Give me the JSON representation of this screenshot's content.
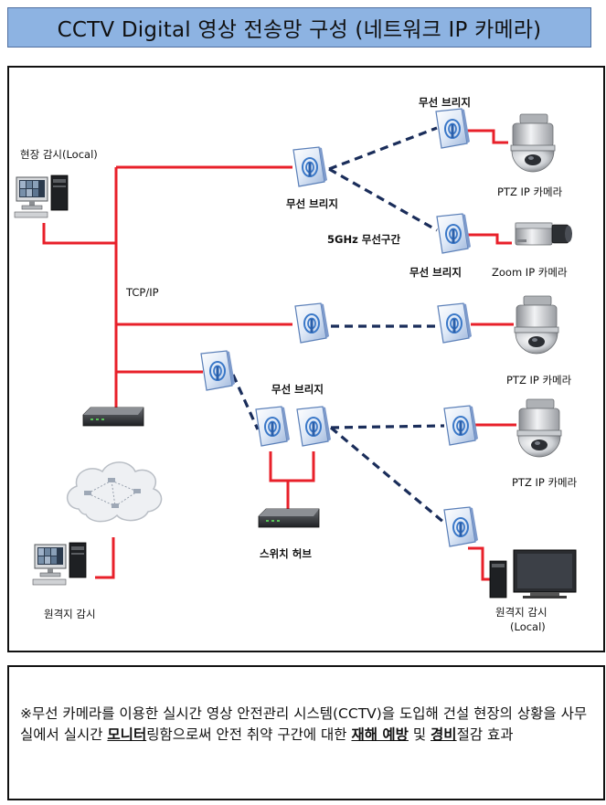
{
  "title": "CCTV Digital 영상 전송망 구성 (네트워크 IP 카메라)",
  "labels": {
    "site_monitor": "현장 감시(Local)",
    "tcpip": "TCP/IP",
    "bridge_top_right": "무선 브리지",
    "bridge_top_center": "무선 브리지",
    "bridge_zoom": "무선 브리지",
    "wireless_5ghz": "5GHz 무선구간",
    "bridge_mid": "무선 브리지",
    "ptz_cam_1": "PTZ IP 카메라",
    "zoom_cam": "Zoom IP 카메라",
    "ptz_cam_2": "PTZ IP 카메라",
    "ptz_cam_3": "PTZ IP 카메라",
    "switch_hub": "스위치 허브",
    "remote_monitor_left": "원격지 감시",
    "remote_monitor_right": "원격지 감시",
    "remote_monitor_right_sub": "(Local)"
  },
  "note": {
    "p1": "※무선 카메라를 이용한 실시간 영상 안전관리 시스템(CCTV)을 도입해 건설 현장의 상황을 사무실에서 실시간 ",
    "b1": "모니터",
    "p2": "링함으로써 안전 취약 구간에 대한 ",
    "b2": "재해 예방",
    "p3": " 및 ",
    "b3": "경비",
    "p4": "절감 효과"
  },
  "colors": {
    "wired_link": "#e8202a",
    "wireless_link": "#1a2d5a",
    "title_bg": "#8db3e2",
    "bridge_blue": "#3a78c8"
  }
}
